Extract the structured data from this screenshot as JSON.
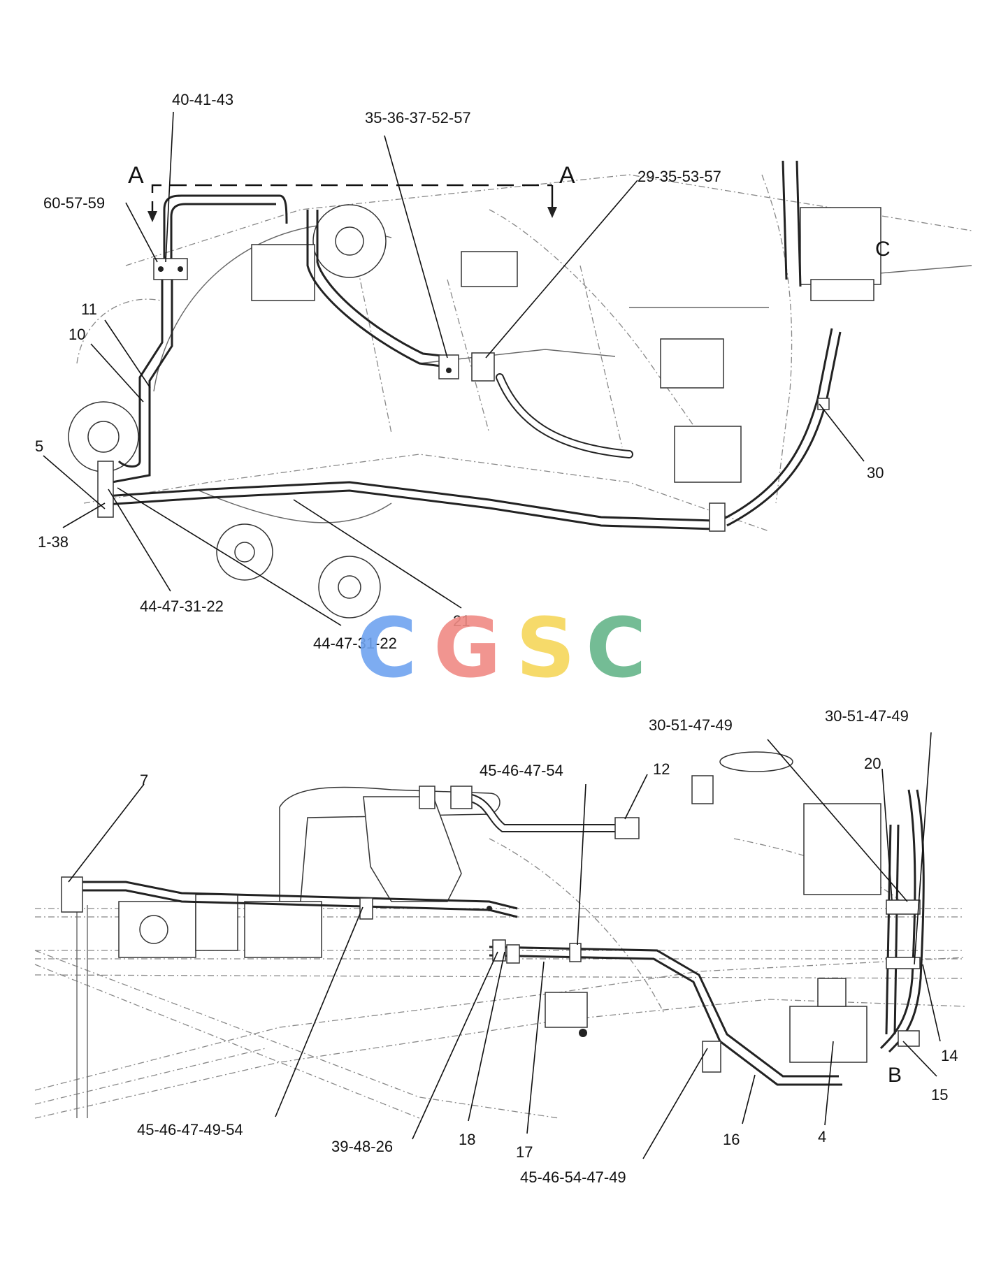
{
  "top_view": {
    "section_marker_left": "A",
    "section_marker_right": "A",
    "detail_marker": "C",
    "callouts": [
      {
        "id": "c1",
        "text": "40-41-43"
      },
      {
        "id": "c2",
        "text": "35-36-37-52-57"
      },
      {
        "id": "c3",
        "text": "29-35-53-57"
      },
      {
        "id": "c4",
        "text": "60-57-59"
      },
      {
        "id": "c5",
        "text": "11"
      },
      {
        "id": "c6",
        "text": "10"
      },
      {
        "id": "c7",
        "text": "5"
      },
      {
        "id": "c8",
        "text": "1-38"
      },
      {
        "id": "c9",
        "text": "30"
      },
      {
        "id": "c10",
        "text": "44-47-31-22"
      },
      {
        "id": "c11",
        "text": "21"
      },
      {
        "id": "c12",
        "text": "44-47-31-22"
      }
    ]
  },
  "bottom_view": {
    "detail_marker": "B",
    "callouts": [
      {
        "id": "d1",
        "text": "30-51-47-49"
      },
      {
        "id": "d2",
        "text": "30-51-47-49"
      },
      {
        "id": "d3",
        "text": "45-46-47-54"
      },
      {
        "id": "d4",
        "text": "12"
      },
      {
        "id": "d5",
        "text": "20"
      },
      {
        "id": "d6",
        "text": "7"
      },
      {
        "id": "d7",
        "text": "14"
      },
      {
        "id": "d8",
        "text": "15"
      },
      {
        "id": "d9",
        "text": "45-46-47-49-54"
      },
      {
        "id": "d10",
        "text": "39-48-26"
      },
      {
        "id": "d11",
        "text": "18"
      },
      {
        "id": "d12",
        "text": "17"
      },
      {
        "id": "d13",
        "text": "16"
      },
      {
        "id": "d14",
        "text": "4"
      },
      {
        "id": "d15",
        "text": "45-46-54-47-49"
      }
    ]
  },
  "watermark": {
    "text": "CGSC",
    "colors": [
      "#6fa4f0",
      "#f08a84",
      "#f6d65a",
      "#66b58a"
    ]
  }
}
